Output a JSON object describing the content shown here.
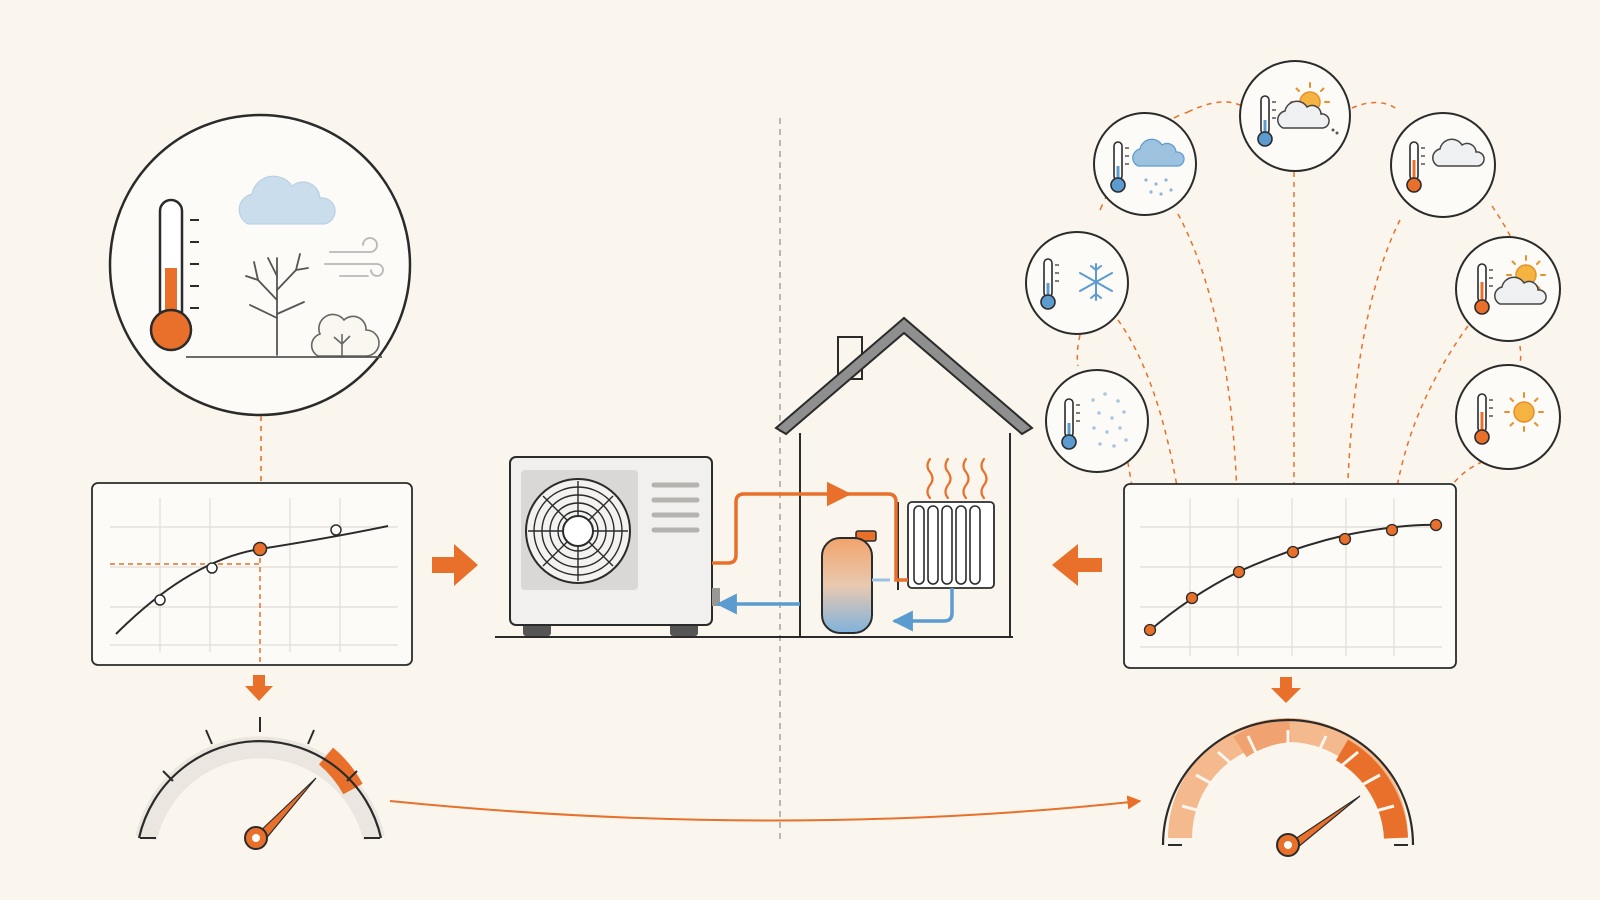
{
  "colors": {
    "background": "#faf6ee",
    "ink": "#2b2b2b",
    "accent_orange": "#e8702a",
    "cold_blue": "#5b9bd0",
    "light_blue": "#bcd6e8",
    "panel_grid": "#e2ddd4",
    "gauge_track": "#ebe7e0",
    "gauge_light_orange": "#f4b98c",
    "unit_body": "#f1f0ee",
    "sun_yellow": "#f5b342",
    "cloud_grey": "#cfd8df"
  },
  "left_side": {
    "weather_scene": {
      "icons": [
        "thermometer-icon",
        "cloud-icon",
        "bare-tree-icon",
        "wind-icon",
        "shrub-icon"
      ]
    },
    "heating_curve": {
      "selected_point": 2
    },
    "gauge": {
      "level": 0.72
    }
  },
  "center": {
    "icons": [
      "heat-pump-outdoor-unit-icon",
      "house-icon",
      "hot-water-tank-icon",
      "radiator-icon",
      "heat-waves-icon"
    ],
    "pipes": [
      "supply-pipe",
      "return-pipe"
    ]
  },
  "right_side": {
    "forecast_icons": [
      {
        "name": "forecast-snow-fog",
        "thermo": "cold",
        "weather": "snowfall"
      },
      {
        "name": "forecast-snowflake",
        "thermo": "cold",
        "weather": "snowflake"
      },
      {
        "name": "forecast-cloud-snow",
        "thermo": "cold",
        "weather": "cloud-snow"
      },
      {
        "name": "forecast-sun-cloud",
        "thermo": "cold",
        "weather": "sun-cloud"
      },
      {
        "name": "forecast-cloud",
        "thermo": "warm",
        "weather": "cloud"
      },
      {
        "name": "forecast-sun-cloud-warm",
        "thermo": "warm",
        "weather": "sun-cloud"
      },
      {
        "name": "forecast-sun",
        "thermo": "warm",
        "weather": "sun"
      }
    ],
    "heating_curve": {
      "points": 7
    },
    "gauge": {
      "level": 1.0
    }
  }
}
